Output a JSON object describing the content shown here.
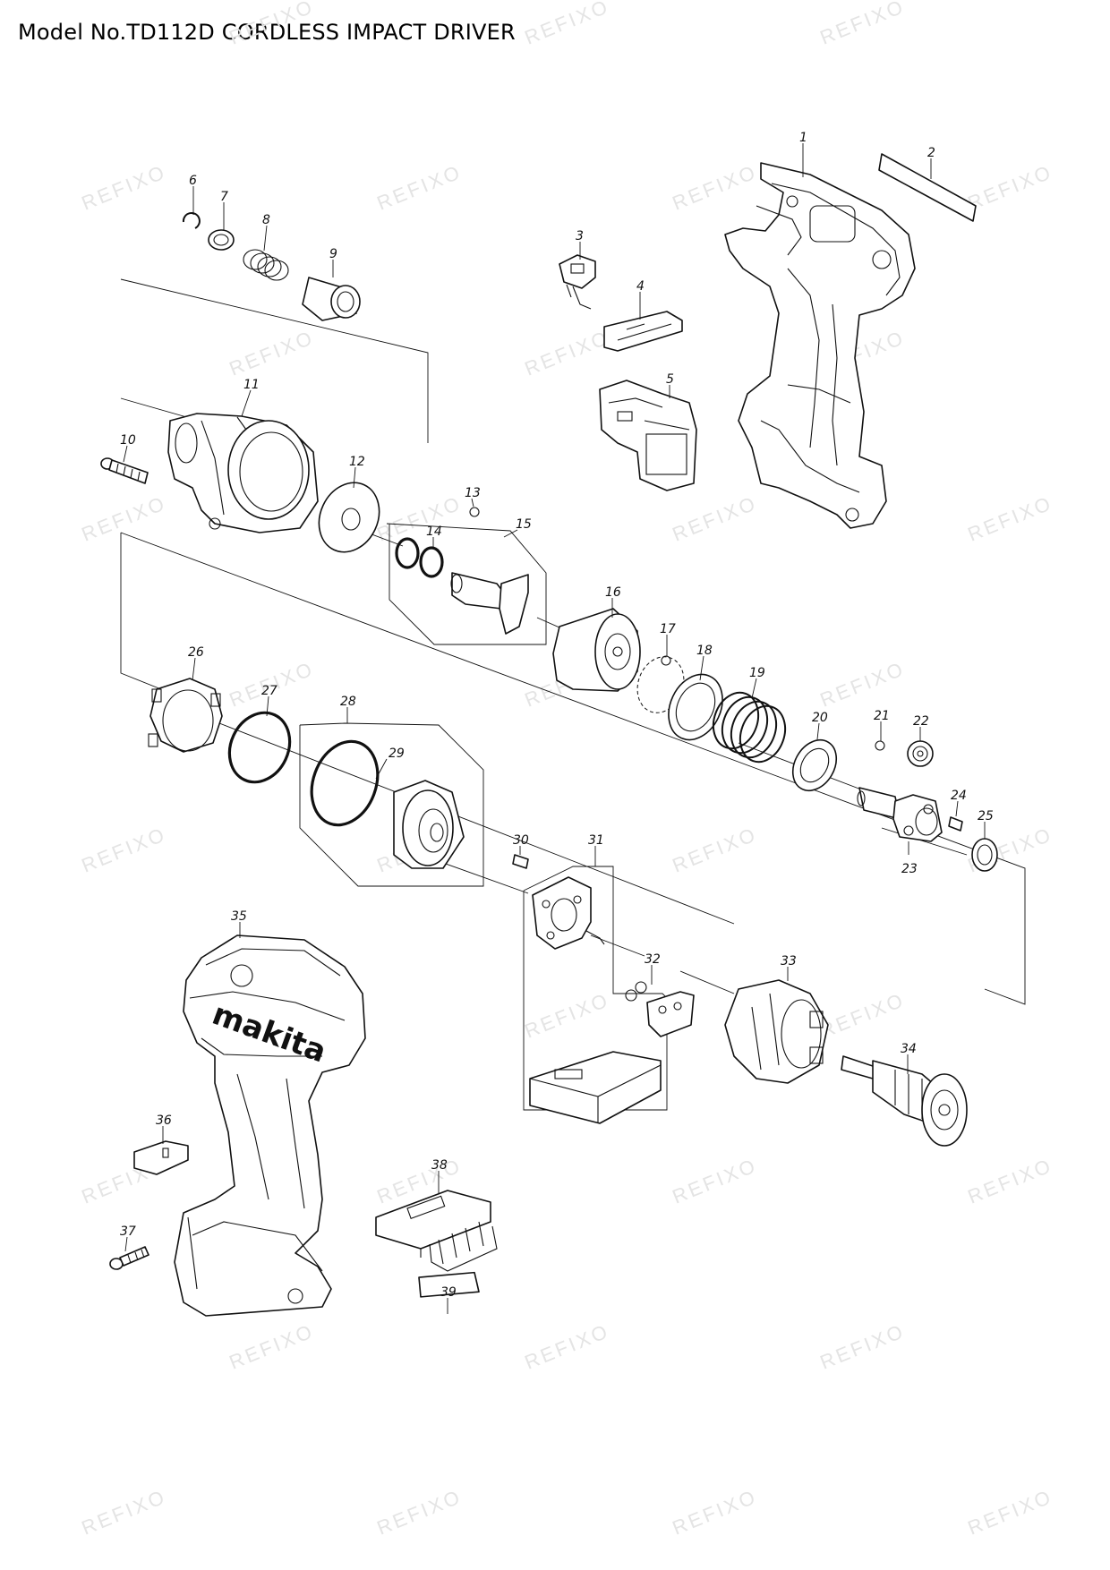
{
  "title": "Model No.TD112D CORDLESS IMPACT DRIVER",
  "watermark": "REFIXO",
  "logo": "makita",
  "callouts": [
    "1",
    "2",
    "3",
    "4",
    "5",
    "6",
    "7",
    "8",
    "9",
    "10",
    "11",
    "12",
    "13",
    "14",
    "15",
    "16",
    "17",
    "18",
    "19",
    "20",
    "21",
    "22",
    "23",
    "24",
    "25",
    "26",
    "27",
    "28",
    "29",
    "30",
    "31",
    "32",
    "33",
    "34",
    "35",
    "36",
    "37",
    "38",
    "39"
  ]
}
